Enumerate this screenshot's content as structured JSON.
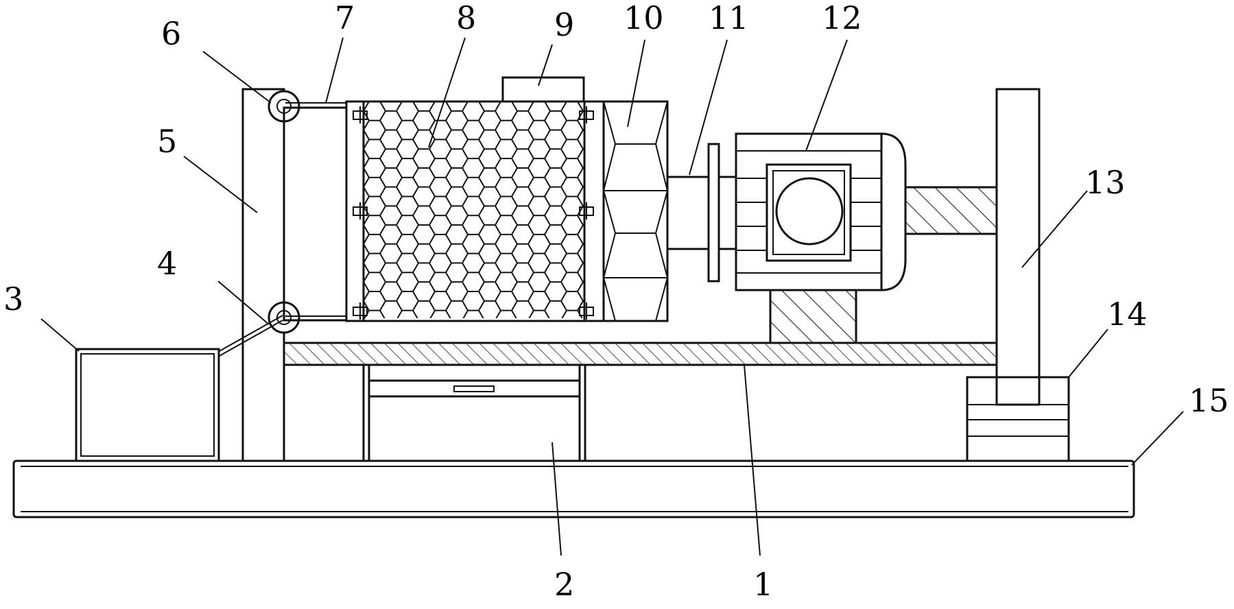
{
  "labels": [
    {
      "id": "label-1",
      "text": "1"
    },
    {
      "id": "label-2",
      "text": "2"
    },
    {
      "id": "label-3",
      "text": "3"
    },
    {
      "id": "label-4",
      "text": "4"
    },
    {
      "id": "label-5",
      "text": "5"
    },
    {
      "id": "label-6",
      "text": "6"
    },
    {
      "id": "label-7",
      "text": "7"
    },
    {
      "id": "label-8",
      "text": "8"
    },
    {
      "id": "label-9",
      "text": "9"
    },
    {
      "id": "label-10",
      "text": "10"
    },
    {
      "id": "label-11",
      "text": "11"
    },
    {
      "id": "label-12",
      "text": "12"
    },
    {
      "id": "label-13",
      "text": "13"
    },
    {
      "id": "label-14",
      "text": "14"
    },
    {
      "id": "label-15",
      "text": "15"
    }
  ],
  "colors": {
    "stroke": "#111111",
    "background": "#ffffff"
  }
}
